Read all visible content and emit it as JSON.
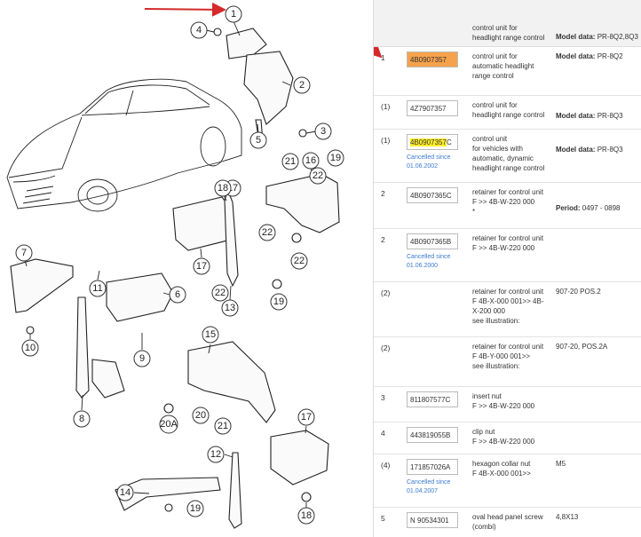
{
  "diagram": {
    "callouts": [
      "1",
      "2",
      "3",
      "4",
      "5",
      "6",
      "7",
      "8",
      "9",
      "10",
      "11",
      "12",
      "13",
      "14",
      "15",
      "16",
      "17",
      "17",
      "17",
      "18",
      "18",
      "19",
      "19",
      "19",
      "20",
      "20A",
      "21",
      "21",
      "22",
      "22",
      "22",
      "22"
    ]
  },
  "parts_list": {
    "header": {
      "desc": "control unit for\nheadlight range control",
      "model_label": "Model data:",
      "model_value": "PR-8Q2,8Q3"
    },
    "rows": [
      {
        "qty": "1",
        "part_no": "4B0907357",
        "cancel": "",
        "desc": "control unit for\nautomatic headlight\nrange control",
        "model_label": "Model data:",
        "model_value": "PR-8Q2"
      },
      {
        "qty": "(1)",
        "part_no": "4Z7907357",
        "cancel": "",
        "desc": "control unit for\nheadlight range control",
        "model_label": "Model data:",
        "model_value": "PR-8Q3"
      },
      {
        "qty": "(1)",
        "part_no_hl": "4B0907357",
        "part_no_suffix": "C",
        "cancel": "Cancelled since\n01.06.2002",
        "desc": "control unit\nfor vehicles with\nautomatic, dynamic\nheadlight range control",
        "model_label": "Model data:",
        "model_value": "PR-8Q3"
      },
      {
        "qty": "2",
        "part_no": "4B0907365C",
        "cancel": "",
        "desc": "retainer for control unit\nF >> 4B-W-220 000\n*",
        "model_label": "Period:",
        "model_value": "0497 - 0898"
      },
      {
        "qty": "2",
        "part_no": "4B0907365B",
        "cancel": "Cancelled since\n01.06.2000",
        "desc": "retainer for control unit\nF >> 4B-W-220 000",
        "model_label": "",
        "model_value": ""
      },
      {
        "qty": "(2)",
        "part_no": "",
        "cancel": "",
        "desc": "retainer for control unit\nF 4B-X-000 001>> 4B-\nX-200 000\nsee illustration:",
        "model_label": "",
        "model_value": "907-20 POS.2"
      },
      {
        "qty": "(2)",
        "part_no": "",
        "cancel": "",
        "desc": "retainer for control unit\nF 4B-Y-000 001>>\nsee illustration:",
        "model_label": "",
        "model_value": "907-20, POS.2A"
      },
      {
        "qty": "3",
        "part_no": "811807577C",
        "cancel": "",
        "desc": "insert nut\nF >> 4B-W-220 000",
        "model_label": "",
        "model_value": ""
      },
      {
        "qty": "4",
        "part_no": "443819055B",
        "cancel": "",
        "desc": "clip nut\nF >> 4B-W-220 000",
        "model_label": "",
        "model_value": ""
      },
      {
        "qty": "(4)",
        "part_no": "171857026A",
        "cancel": "Cancelled since\n01.04.2007",
        "desc": "hexagon collar nut\nF 4B-X-000 001>>",
        "model_label": "",
        "model_value": "M5"
      },
      {
        "qty": "5",
        "part_no": "N 90534301",
        "cancel": "",
        "desc": "oval head panel screw\n(combi)",
        "model_label": "",
        "model_value": "4,8X13"
      }
    ]
  },
  "colors": {
    "arrow": "#d42a2a",
    "highlight_orange": "#f6a24c",
    "highlight_yellow": "#ffef2b",
    "link_blue": "#3b7ad0"
  }
}
